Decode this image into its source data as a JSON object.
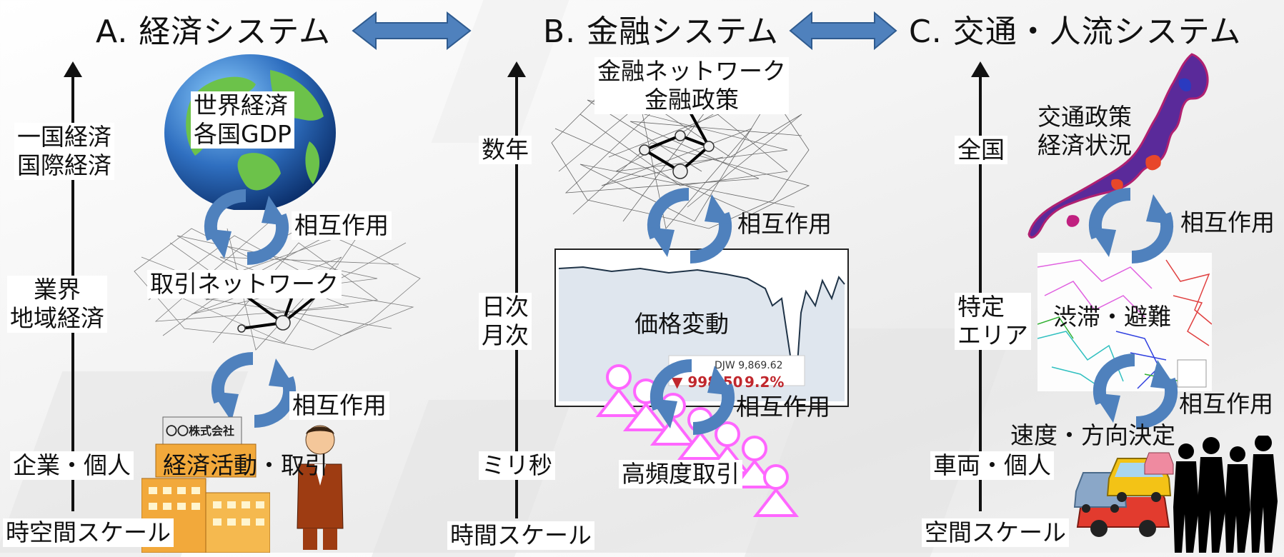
{
  "titles": {
    "economy": "A. 経済システム",
    "finance": "B. 金融システム",
    "traffic": "C. 交通・人流システム"
  },
  "economy": {
    "scale_top": "一国経済\n国際経済",
    "scale_mid": "業界\n地域経済",
    "scale_bottom": "企業・個人",
    "axis_label": "時空間スケール",
    "globe_label": "世界経済\n各国GDP",
    "network_label": "取引ネットワーク",
    "activity_label": "経済活動・取引",
    "interaction_1": "相互作用",
    "interaction_2": "相互作用",
    "company_sign": "〇〇株式会社"
  },
  "finance": {
    "scale_top": "数年",
    "scale_mid": "日次\n月次",
    "scale_bottom": "ミリ秒",
    "axis_label": "時間スケール",
    "network_label": "金融ネットワーク\n金融政策",
    "price_label": "価格変動",
    "hft_label": "高頻度取引",
    "interaction_1": "相互作用",
    "interaction_2": "相互作用",
    "ticker_index": "DJW 9,869.62",
    "ticker_change": "▼ 998.50",
    "ticker_pct": "9.2%"
  },
  "traffic": {
    "scale_top": "全国",
    "scale_mid": "特定\nエリア",
    "scale_bottom": "車両・個人",
    "axis_label": "空間スケール",
    "map_label": "交通政策\n経済状況",
    "area_label": "渋滞・避難",
    "decision_label": "速度・方向決定",
    "interaction_1": "相互作用",
    "interaction_2": "相互作用"
  },
  "colors": {
    "arrow_blue": "#4f81bd",
    "globe_ocean": "#2f6fc0",
    "globe_land": "#6cc24a",
    "hft_pink": "#ff66ff",
    "chart_fill": "#dfe6ee",
    "chart_line": "#1f3347",
    "car_red": "#e23b2e",
    "car_yellow": "#f3c316",
    "building_orange": "#f2a93b"
  },
  "icons": [
    "double-arrow-icon",
    "cycle-arrows-icon",
    "globe-icon",
    "network-graph-icon",
    "japan-map-icon",
    "price-chart-icon",
    "building-icon",
    "businessman-icon",
    "car-icon",
    "crowd-silhouette-icon",
    "pink-agent-icon"
  ]
}
